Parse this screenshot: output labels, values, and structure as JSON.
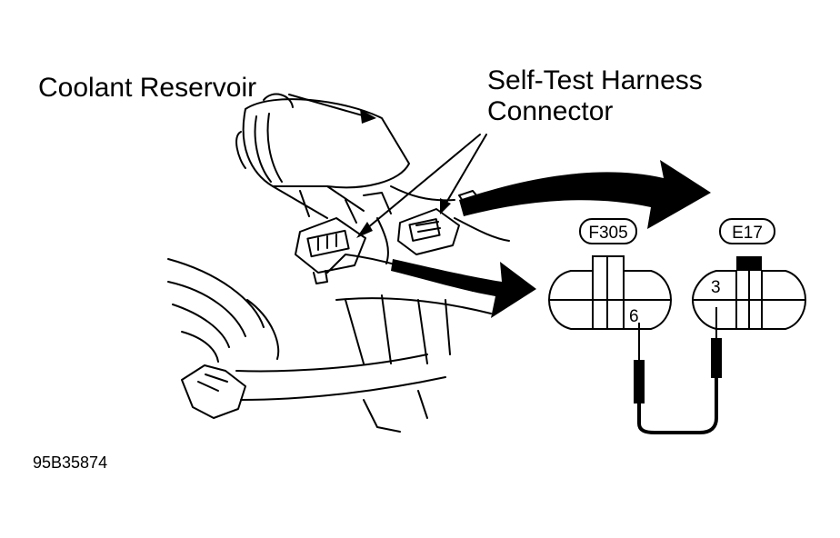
{
  "labels": {
    "coolant_reservoir": "Coolant Reservoir",
    "self_test_line1": "Self-Test Harness",
    "self_test_line2": "Connector",
    "figure_code": "95B35874"
  },
  "connectors": {
    "left": {
      "tag": "F305",
      "pin": "6"
    },
    "right": {
      "tag": "E17",
      "pin": "3"
    }
  }
}
